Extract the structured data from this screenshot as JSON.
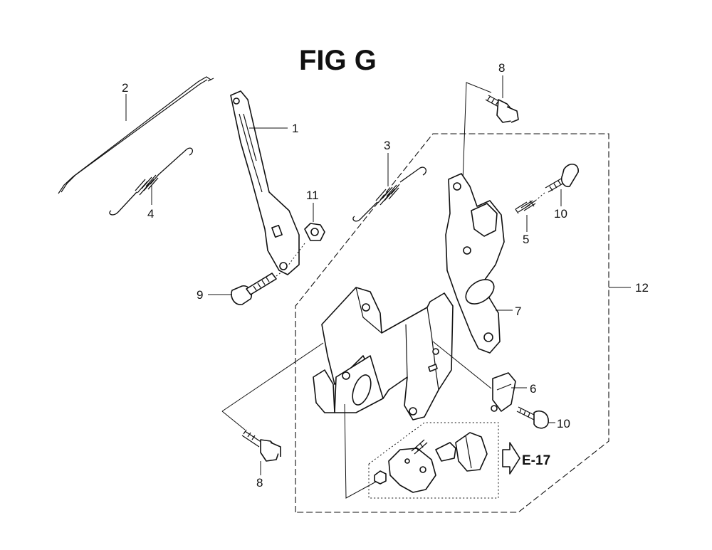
{
  "figure": {
    "title": "FIG G",
    "reference": "E-17",
    "callouts": [
      "1",
      "2",
      "3",
      "4",
      "5",
      "6",
      "7",
      "8",
      "8",
      "9",
      "10",
      "10",
      "11",
      "12"
    ]
  }
}
